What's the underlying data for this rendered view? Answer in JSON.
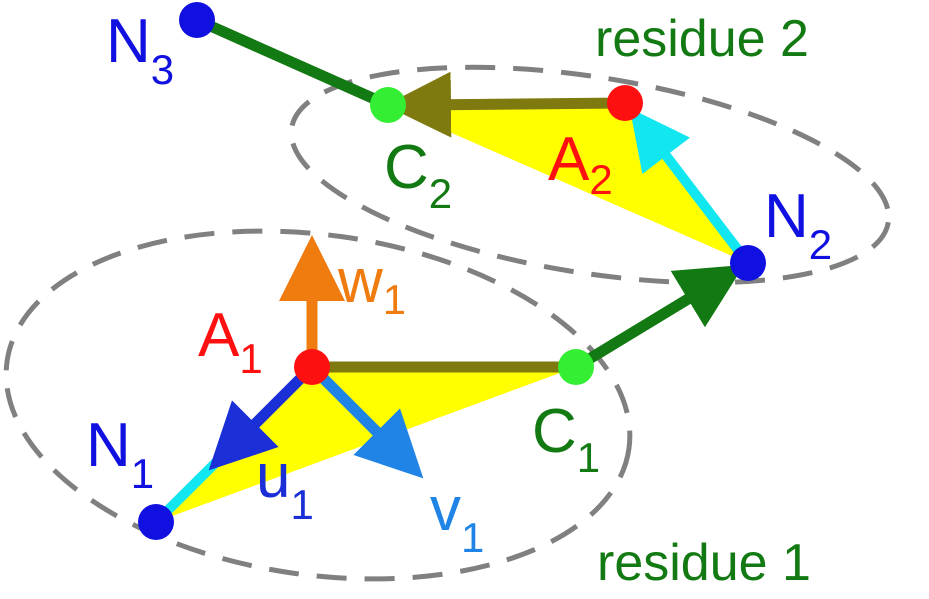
{
  "colors": {
    "atom_n": "#1010e0",
    "atom_ca": "#ff1010",
    "atom_c": "#33ee33",
    "bond_green": "#137a13",
    "bond_olive": "#7f7a10",
    "bond_cyan": "#12e6f0",
    "vec_u": "#1a2fd6",
    "vec_v": "#1f84e6",
    "vec_w": "#f07c10",
    "plane_fill": "#ffff00",
    "ellipse": "#808080",
    "label_res": "#137a13"
  },
  "labels": {
    "N3": {
      "main": "N",
      "sub": "3"
    },
    "C2": {
      "main": "C",
      "sub": "2"
    },
    "A2": {
      "main": "A",
      "sub": "2"
    },
    "N2": {
      "main": "N",
      "sub": "2"
    },
    "A1": {
      "main": "A",
      "sub": "1"
    },
    "w1": {
      "main": "w",
      "sub": "1"
    },
    "C1": {
      "main": "C",
      "sub": "1"
    },
    "N1": {
      "main": "N",
      "sub": "1"
    },
    "u1": {
      "main": "u",
      "sub": "1"
    },
    "v1": {
      "main": "v",
      "sub": "1"
    },
    "residue2": "residue 2",
    "residue1": "residue 1"
  }
}
